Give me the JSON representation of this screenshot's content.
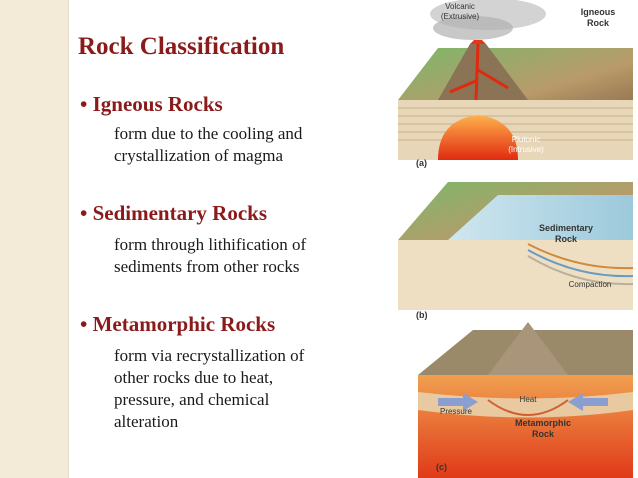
{
  "slide": {
    "title": "Rock Classification",
    "bullet_char": "•",
    "bullets": [
      {
        "heading": "Igneous Rocks",
        "lines": [
          "form due to the cooling and",
          "crystallization of magma"
        ]
      },
      {
        "heading": "Sedimentary Rocks",
        "lines": [
          "form through lithification of",
          "sediments from other rocks"
        ]
      },
      {
        "heading": "Metamorphic Rocks",
        "lines": [
          "form via recrystallization of",
          "other rocks due to heat,",
          "pressure, and chemical",
          "alteration"
        ]
      }
    ]
  },
  "figure": {
    "panel_a": {
      "tag": "(a)",
      "volcanic": [
        "Volcanic",
        "(Extrusive)"
      ],
      "igneous": [
        "Igneous",
        "Rock"
      ],
      "plutonic": [
        "Plutonic",
        "(Intrusive)"
      ]
    },
    "panel_b": {
      "tag": "(b)",
      "sedimentary": [
        "Sedimentary",
        "Rock"
      ],
      "compaction": "Compaction"
    },
    "panel_c": {
      "tag": "(c)",
      "heat": "Heat",
      "pressure": "Pressure",
      "metamorphic": [
        "Metamorphic",
        "Rock"
      ]
    }
  }
}
